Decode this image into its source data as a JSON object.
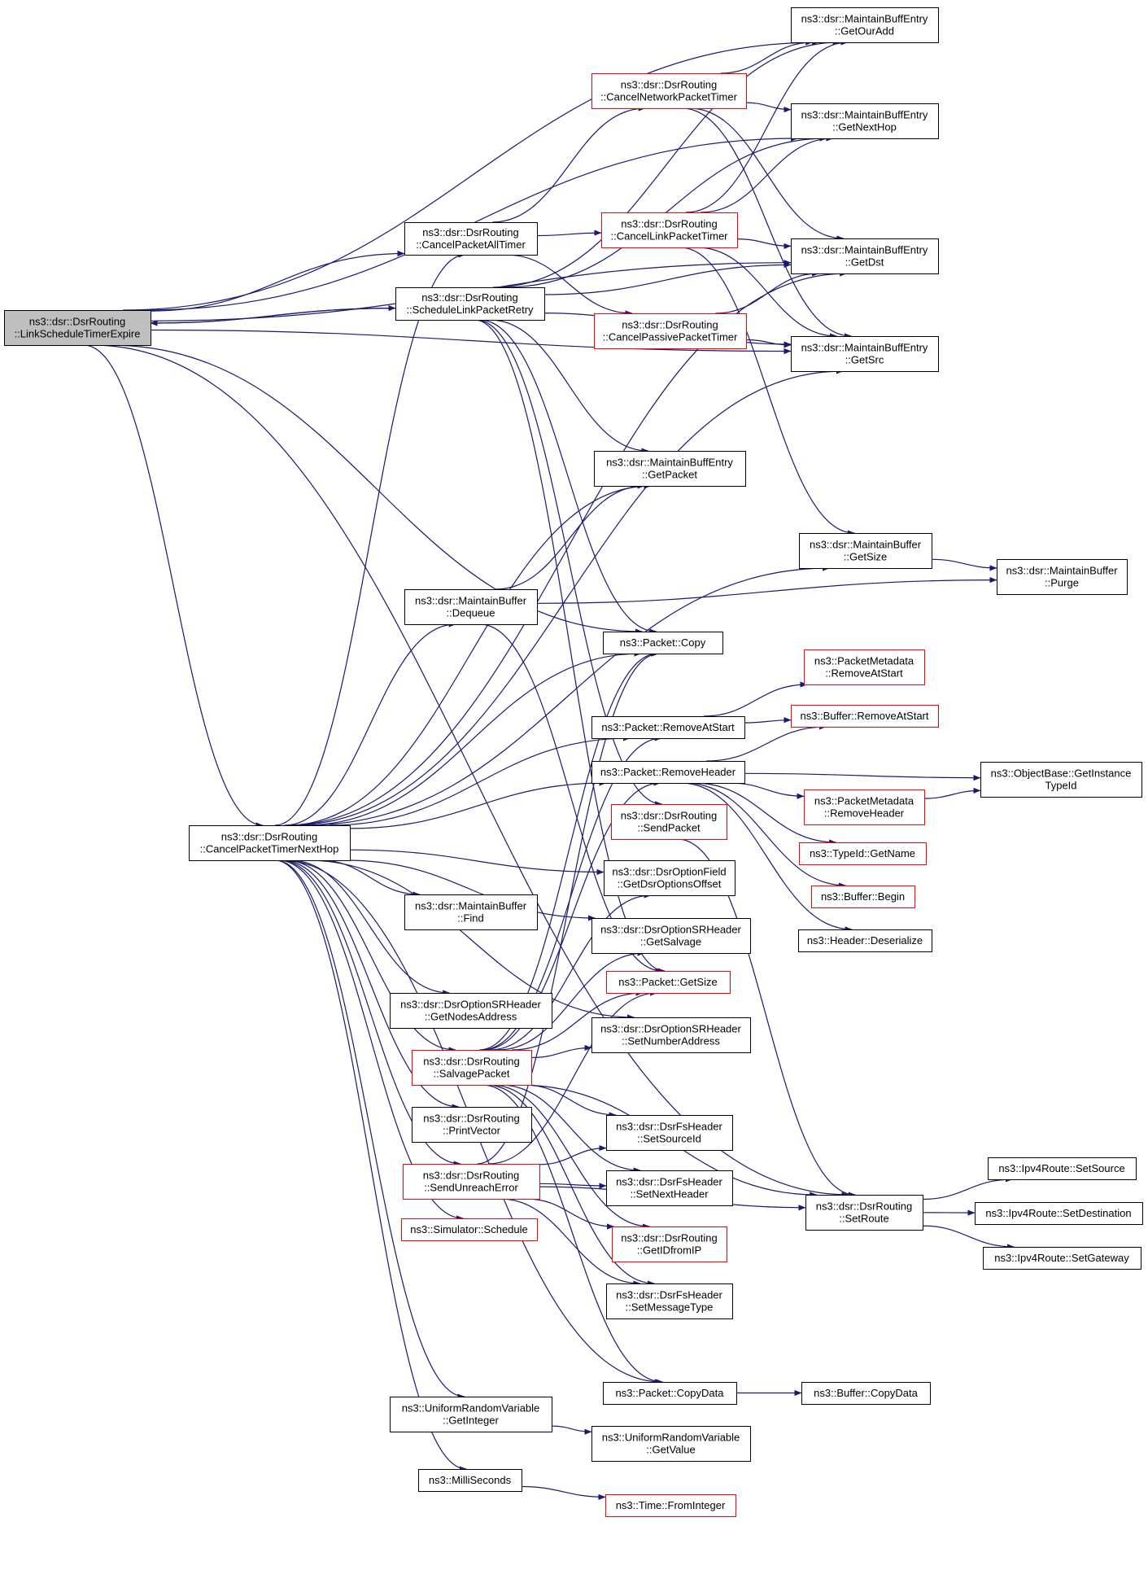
{
  "colors": {
    "edge": "#191970",
    "normal_border": "#000000",
    "truncated_border": "#ff0000",
    "root_fill": "#bfbfbf",
    "fill": "#ffffff"
  },
  "nodes": [
    {
      "id": "root",
      "lines": [
        "ns3::dsr::DsrRouting",
        "::LinkScheduleTimerExpire"
      ],
      "style": "root"
    },
    {
      "id": "cancelPacketAllTimer",
      "lines": [
        "ns3::dsr::DsrRouting",
        "::CancelPacketAllTimer"
      ],
      "style": "normal"
    },
    {
      "id": "scheduleLinkPacketRetry",
      "lines": [
        "ns3::dsr::DsrRouting",
        "::ScheduleLinkPacketRetry"
      ],
      "style": "normal"
    },
    {
      "id": "cancelPacketTimerNextHop",
      "lines": [
        "ns3::dsr::DsrRouting",
        "::CancelPacketTimerNextHop"
      ],
      "style": "normal"
    },
    {
      "id": "cancelNetworkPacketTimer",
      "lines": [
        "ns3::dsr::DsrRouting",
        "::CancelNetworkPacketTimer"
      ],
      "style": "truncated"
    },
    {
      "id": "cancelLinkPacketTimer",
      "lines": [
        "ns3::dsr::DsrRouting",
        "::CancelLinkPacketTimer"
      ],
      "style": "truncated"
    },
    {
      "id": "cancelPassivePacketTimer",
      "lines": [
        "ns3::dsr::DsrRouting",
        "::CancelPassivePacketTimer"
      ],
      "style": "truncated"
    },
    {
      "id": "getOurAdd",
      "lines": [
        "ns3::dsr::MaintainBuffEntry",
        "::GetOurAdd"
      ],
      "style": "normal"
    },
    {
      "id": "getNextHop",
      "lines": [
        "ns3::dsr::MaintainBuffEntry",
        "::GetNextHop"
      ],
      "style": "normal"
    },
    {
      "id": "getDst",
      "lines": [
        "ns3::dsr::MaintainBuffEntry",
        "::GetDst"
      ],
      "style": "normal"
    },
    {
      "id": "getSrc",
      "lines": [
        "ns3::dsr::MaintainBuffEntry",
        "::GetSrc"
      ],
      "style": "normal"
    },
    {
      "id": "getPacket",
      "lines": [
        "ns3::dsr::MaintainBuffEntry",
        "::GetPacket"
      ],
      "style": "normal"
    },
    {
      "id": "mbGetSize",
      "lines": [
        "ns3::dsr::MaintainBuffer",
        "::GetSize"
      ],
      "style": "normal"
    },
    {
      "id": "purge",
      "lines": [
        "ns3::dsr::MaintainBuffer",
        "::Purge"
      ],
      "style": "normal"
    },
    {
      "id": "dequeue",
      "lines": [
        "ns3::dsr::MaintainBuffer",
        "::Dequeue"
      ],
      "style": "normal"
    },
    {
      "id": "packetCopy",
      "lines": [
        "ns3::Packet::Copy"
      ],
      "style": "normal"
    },
    {
      "id": "pmRemoveAtStart",
      "lines": [
        "ns3::PacketMetadata",
        "::RemoveAtStart"
      ],
      "style": "truncated"
    },
    {
      "id": "bufRemoveAtStart",
      "lines": [
        "ns3::Buffer::RemoveAtStart"
      ],
      "style": "truncated"
    },
    {
      "id": "pktRemoveAtStart",
      "lines": [
        "ns3::Packet::RemoveAtStart"
      ],
      "style": "normal"
    },
    {
      "id": "pktRemoveHeader",
      "lines": [
        "ns3::Packet::RemoveHeader"
      ],
      "style": "normal"
    },
    {
      "id": "getInstanceTypeId",
      "lines": [
        "ns3::ObjectBase::GetInstance",
        "TypeId"
      ],
      "style": "normal"
    },
    {
      "id": "pmRemoveHeader",
      "lines": [
        "ns3::PacketMetadata",
        "::RemoveHeader"
      ],
      "style": "truncated"
    },
    {
      "id": "sendPacket",
      "lines": [
        "ns3::dsr::DsrRouting",
        "::SendPacket"
      ],
      "style": "truncated"
    },
    {
      "id": "typeIdGetName",
      "lines": [
        "ns3::TypeId::GetName"
      ],
      "style": "truncated"
    },
    {
      "id": "bufferBegin",
      "lines": [
        "ns3::Buffer::Begin"
      ],
      "style": "truncated"
    },
    {
      "id": "headerDeserialize",
      "lines": [
        "ns3::Header::Deserialize"
      ],
      "style": "normal"
    },
    {
      "id": "getDsrOptionsOffset",
      "lines": [
        "ns3::dsr::DsrOptionField",
        "::GetDsrOptionsOffset"
      ],
      "style": "normal"
    },
    {
      "id": "mbFind",
      "lines": [
        "ns3::dsr::MaintainBuffer",
        "::Find"
      ],
      "style": "normal"
    },
    {
      "id": "getSalvage",
      "lines": [
        "ns3::dsr::DsrOptionSRHeader",
        "::GetSalvage"
      ],
      "style": "normal"
    },
    {
      "id": "pktGetSize",
      "lines": [
        "ns3::Packet::GetSize"
      ],
      "style": "truncated"
    },
    {
      "id": "getNodesAddress",
      "lines": [
        "ns3::dsr::DsrOptionSRHeader",
        "::GetNodesAddress"
      ],
      "style": "normal"
    },
    {
      "id": "setNumberAddress",
      "lines": [
        "ns3::dsr::DsrOptionSRHeader",
        "::SetNumberAddress"
      ],
      "style": "normal"
    },
    {
      "id": "salvagePacket",
      "lines": [
        "ns3::dsr::DsrRouting",
        "::SalvagePacket"
      ],
      "style": "truncated"
    },
    {
      "id": "printVector",
      "lines": [
        "ns3::dsr::DsrRouting",
        "::PrintVector"
      ],
      "style": "normal"
    },
    {
      "id": "setSourceId",
      "lines": [
        "ns3::dsr::DsrFsHeader",
        "::SetSourceId"
      ],
      "style": "normal"
    },
    {
      "id": "sendUnreachError",
      "lines": [
        "ns3::dsr::DsrRouting",
        "::SendUnreachError"
      ],
      "style": "truncated"
    },
    {
      "id": "setNextHeader",
      "lines": [
        "ns3::dsr::DsrFsHeader",
        "::SetNextHeader"
      ],
      "style": "normal"
    },
    {
      "id": "setRoute",
      "lines": [
        "ns3::dsr::DsrRouting",
        "::SetRoute"
      ],
      "style": "normal"
    },
    {
      "id": "ipv4SetSource",
      "lines": [
        "ns3::Ipv4Route::SetSource"
      ],
      "style": "normal"
    },
    {
      "id": "ipv4SetDestination",
      "lines": [
        "ns3::Ipv4Route::SetDestination"
      ],
      "style": "normal"
    },
    {
      "id": "ipv4SetGateway",
      "lines": [
        "ns3::Ipv4Route::SetGateway"
      ],
      "style": "normal"
    },
    {
      "id": "schedule",
      "lines": [
        "ns3::Simulator::Schedule"
      ],
      "style": "truncated"
    },
    {
      "id": "getIDfromIP",
      "lines": [
        "ns3::dsr::DsrRouting",
        "::GetIDfromIP"
      ],
      "style": "truncated"
    },
    {
      "id": "setMessageType",
      "lines": [
        "ns3::dsr::DsrFsHeader",
        "::SetMessageType"
      ],
      "style": "normal"
    },
    {
      "id": "pktCopyData",
      "lines": [
        "ns3::Packet::CopyData"
      ],
      "style": "normal"
    },
    {
      "id": "bufCopyData",
      "lines": [
        "ns3::Buffer::CopyData"
      ],
      "style": "normal"
    },
    {
      "id": "urvGetInteger",
      "lines": [
        "ns3::UniformRandomVariable",
        "::GetInteger"
      ],
      "style": "normal"
    },
    {
      "id": "urvGetValue",
      "lines": [
        "ns3::UniformRandomVariable",
        "::GetValue"
      ],
      "style": "normal"
    },
    {
      "id": "milliSeconds",
      "lines": [
        "ns3::MilliSeconds"
      ],
      "style": "normal"
    },
    {
      "id": "fromInteger",
      "lines": [
        "ns3::Time::FromInteger"
      ],
      "style": "truncated"
    }
  ],
  "edges": [
    [
      "root",
      "getOurAdd"
    ],
    [
      "root",
      "getNextHop"
    ],
    [
      "root",
      "cancelPacketAllTimer"
    ],
    [
      "root",
      "scheduleLinkPacketRetry"
    ],
    [
      "root",
      "getDst"
    ],
    [
      "root",
      "getSrc"
    ],
    [
      "root",
      "packetCopy"
    ],
    [
      "root",
      "cancelPacketTimerNextHop"
    ],
    [
      "root",
      "setRoute"
    ],
    [
      "scheduleLinkPacketRetry",
      "root"
    ],
    [
      "cancelPacketAllTimer",
      "cancelNetworkPacketTimer"
    ],
    [
      "cancelPacketAllTimer",
      "cancelLinkPacketTimer"
    ],
    [
      "cancelPacketAllTimer",
      "cancelPassivePacketTimer"
    ],
    [
      "cancelNetworkPacketTimer",
      "getOurAdd"
    ],
    [
      "cancelNetworkPacketTimer",
      "getNextHop"
    ],
    [
      "cancelNetworkPacketTimer",
      "getDst"
    ],
    [
      "cancelNetworkPacketTimer",
      "getSrc"
    ],
    [
      "cancelLinkPacketTimer",
      "getOurAdd"
    ],
    [
      "cancelLinkPacketTimer",
      "getNextHop"
    ],
    [
      "cancelLinkPacketTimer",
      "getDst"
    ],
    [
      "cancelLinkPacketTimer",
      "getSrc"
    ],
    [
      "cancelLinkPacketTimer",
      "mbGetSize"
    ],
    [
      "cancelPassivePacketTimer",
      "getDst"
    ],
    [
      "cancelPassivePacketTimer",
      "getSrc"
    ],
    [
      "scheduleLinkPacketRetry",
      "getOurAdd"
    ],
    [
      "scheduleLinkPacketRetry",
      "getNextHop"
    ],
    [
      "scheduleLinkPacketRetry",
      "getDst"
    ],
    [
      "scheduleLinkPacketRetry",
      "getSrc"
    ],
    [
      "scheduleLinkPacketRetry",
      "getPacket"
    ],
    [
      "scheduleLinkPacketRetry",
      "packetCopy"
    ],
    [
      "scheduleLinkPacketRetry",
      "sendPacket"
    ],
    [
      "scheduleLinkPacketRetry",
      "pktGetSize"
    ],
    [
      "mbGetSize",
      "purge"
    ],
    [
      "dequeue",
      "purge"
    ],
    [
      "dequeue",
      "getPacket"
    ],
    [
      "dequeue",
      "pktGetSize"
    ],
    [
      "pktRemoveAtStart",
      "pmRemoveAtStart"
    ],
    [
      "pktRemoveAtStart",
      "bufRemoveAtStart"
    ],
    [
      "pktRemoveHeader",
      "bufRemoveAtStart"
    ],
    [
      "pktRemoveHeader",
      "getInstanceTypeId"
    ],
    [
      "pktRemoveHeader",
      "pmRemoveHeader"
    ],
    [
      "pktRemoveHeader",
      "typeIdGetName"
    ],
    [
      "pktRemoveHeader",
      "bufferBegin"
    ],
    [
      "pktRemoveHeader",
      "headerDeserialize"
    ],
    [
      "pmRemoveHeader",
      "getInstanceTypeId"
    ],
    [
      "sendPacket",
      "setRoute"
    ],
    [
      "cancelPacketTimerNextHop",
      "cancelPacketAllTimer"
    ],
    [
      "cancelPacketTimerNextHop",
      "getPacket"
    ],
    [
      "cancelPacketTimerNextHop",
      "getDst"
    ],
    [
      "cancelPacketTimerNextHop",
      "getSrc"
    ],
    [
      "cancelPacketTimerNextHop",
      "mbGetSize"
    ],
    [
      "cancelPacketTimerNextHop",
      "dequeue"
    ],
    [
      "cancelPacketTimerNextHop",
      "packetCopy"
    ],
    [
      "cancelPacketTimerNextHop",
      "pktRemoveAtStart"
    ],
    [
      "cancelPacketTimerNextHop",
      "pktRemoveHeader"
    ],
    [
      "cancelPacketTimerNextHop",
      "getDsrOptionsOffset"
    ],
    [
      "cancelPacketTimerNextHop",
      "mbFind"
    ],
    [
      "cancelPacketTimerNextHop",
      "getSalvage"
    ],
    [
      "cancelPacketTimerNextHop",
      "getNodesAddress"
    ],
    [
      "cancelPacketTimerNextHop",
      "setNumberAddress"
    ],
    [
      "cancelPacketTimerNextHop",
      "salvagePacket"
    ],
    [
      "cancelPacketTimerNextHop",
      "printVector"
    ],
    [
      "cancelPacketTimerNextHop",
      "sendUnreachError"
    ],
    [
      "cancelPacketTimerNextHop",
      "schedule"
    ],
    [
      "cancelPacketTimerNextHop",
      "pktCopyData"
    ],
    [
      "cancelPacketTimerNextHop",
      "urvGetInteger"
    ],
    [
      "cancelPacketTimerNextHop",
      "milliSeconds"
    ],
    [
      "salvagePacket",
      "packetCopy"
    ],
    [
      "salvagePacket",
      "pktRemoveAtStart"
    ],
    [
      "salvagePacket",
      "pktRemoveHeader"
    ],
    [
      "salvagePacket",
      "getDsrOptionsOffset"
    ],
    [
      "salvagePacket",
      "getSalvage"
    ],
    [
      "salvagePacket",
      "pktGetSize"
    ],
    [
      "salvagePacket",
      "setNumberAddress"
    ],
    [
      "salvagePacket",
      "setSourceId"
    ],
    [
      "salvagePacket",
      "setNextHeader"
    ],
    [
      "salvagePacket",
      "getIDfromIP"
    ],
    [
      "salvagePacket",
      "setMessageType"
    ],
    [
      "salvagePacket",
      "setRoute"
    ],
    [
      "salvagePacket",
      "pktCopyData"
    ],
    [
      "sendUnreachError",
      "packetCopy"
    ],
    [
      "sendUnreachError",
      "pktGetSize"
    ],
    [
      "sendUnreachError",
      "setSourceId"
    ],
    [
      "sendUnreachError",
      "setNextHeader"
    ],
    [
      "sendUnreachError",
      "getIDfromIP"
    ],
    [
      "sendUnreachError",
      "setMessageType"
    ],
    [
      "sendUnreachError",
      "setRoute"
    ],
    [
      "setRoute",
      "ipv4SetSource"
    ],
    [
      "setRoute",
      "ipv4SetDestination"
    ],
    [
      "setRoute",
      "ipv4SetGateway"
    ],
    [
      "pktCopyData",
      "bufCopyData"
    ],
    [
      "urvGetInteger",
      "urvGetValue"
    ],
    [
      "milliSeconds",
      "fromInteger"
    ]
  ]
}
